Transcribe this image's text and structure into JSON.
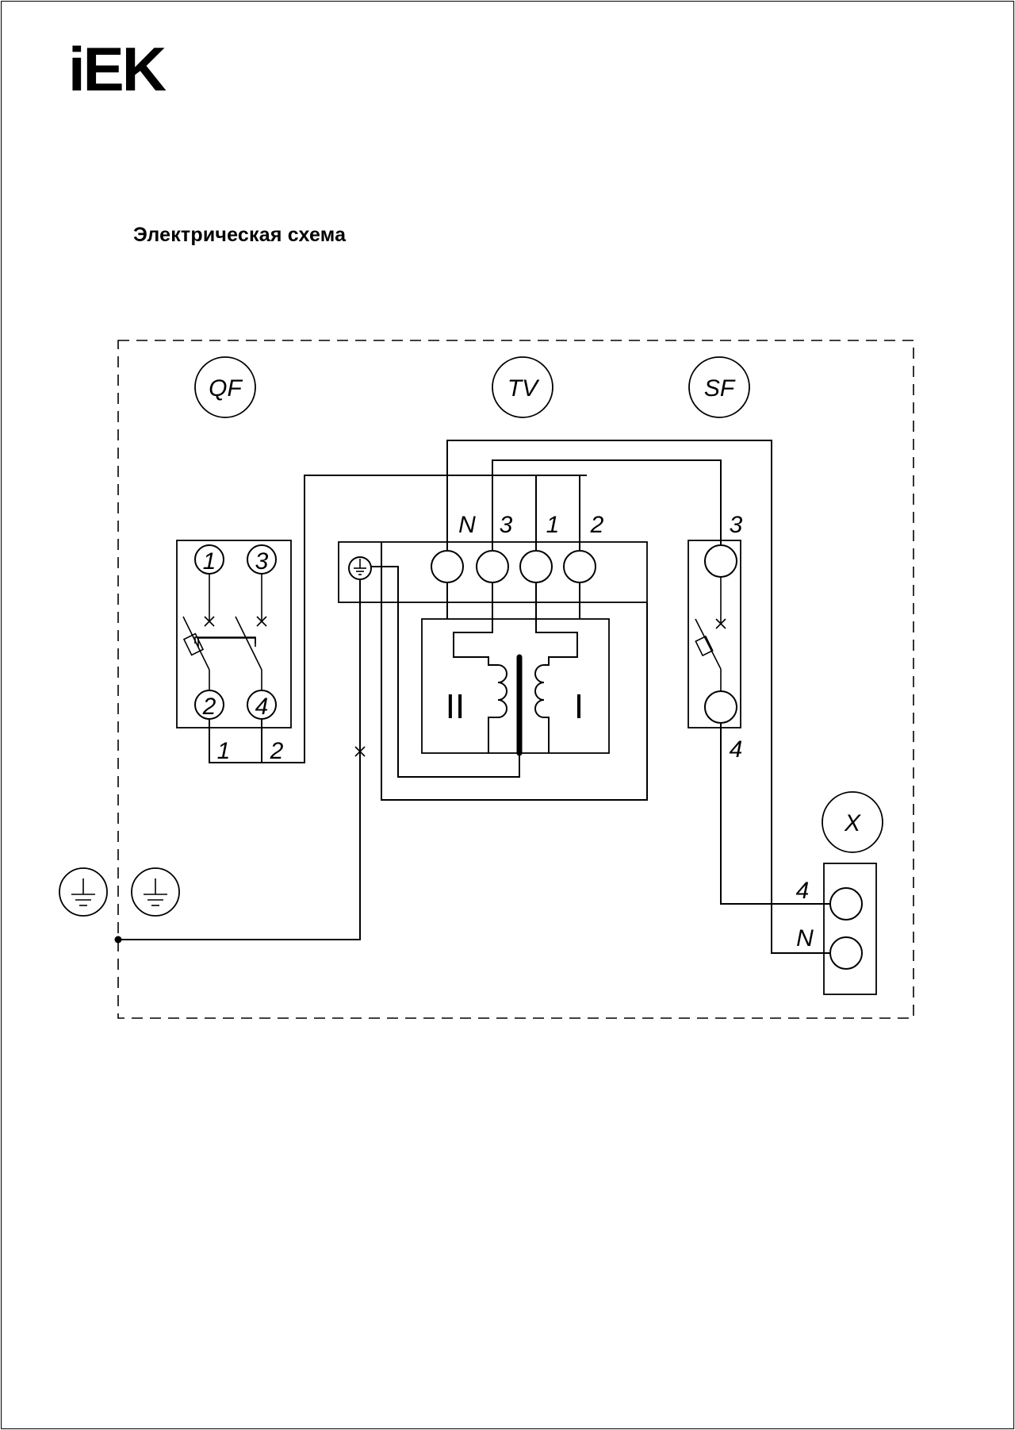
{
  "logo": {
    "text": "iEK"
  },
  "title": "Электрическая схема",
  "components": {
    "qf": {
      "designator": "QF",
      "terminals": [
        "1",
        "3",
        "2",
        "4"
      ],
      "outputs": [
        "1",
        "2"
      ]
    },
    "tv": {
      "designator": "TV",
      "terminals": [
        "N",
        "3",
        "1",
        "2"
      ],
      "windings": [
        "II",
        "I"
      ]
    },
    "sf": {
      "designator": "SF",
      "terminals": [
        "3",
        "4"
      ]
    },
    "x": {
      "designator": "X",
      "terminals": [
        "4",
        "N"
      ]
    }
  }
}
